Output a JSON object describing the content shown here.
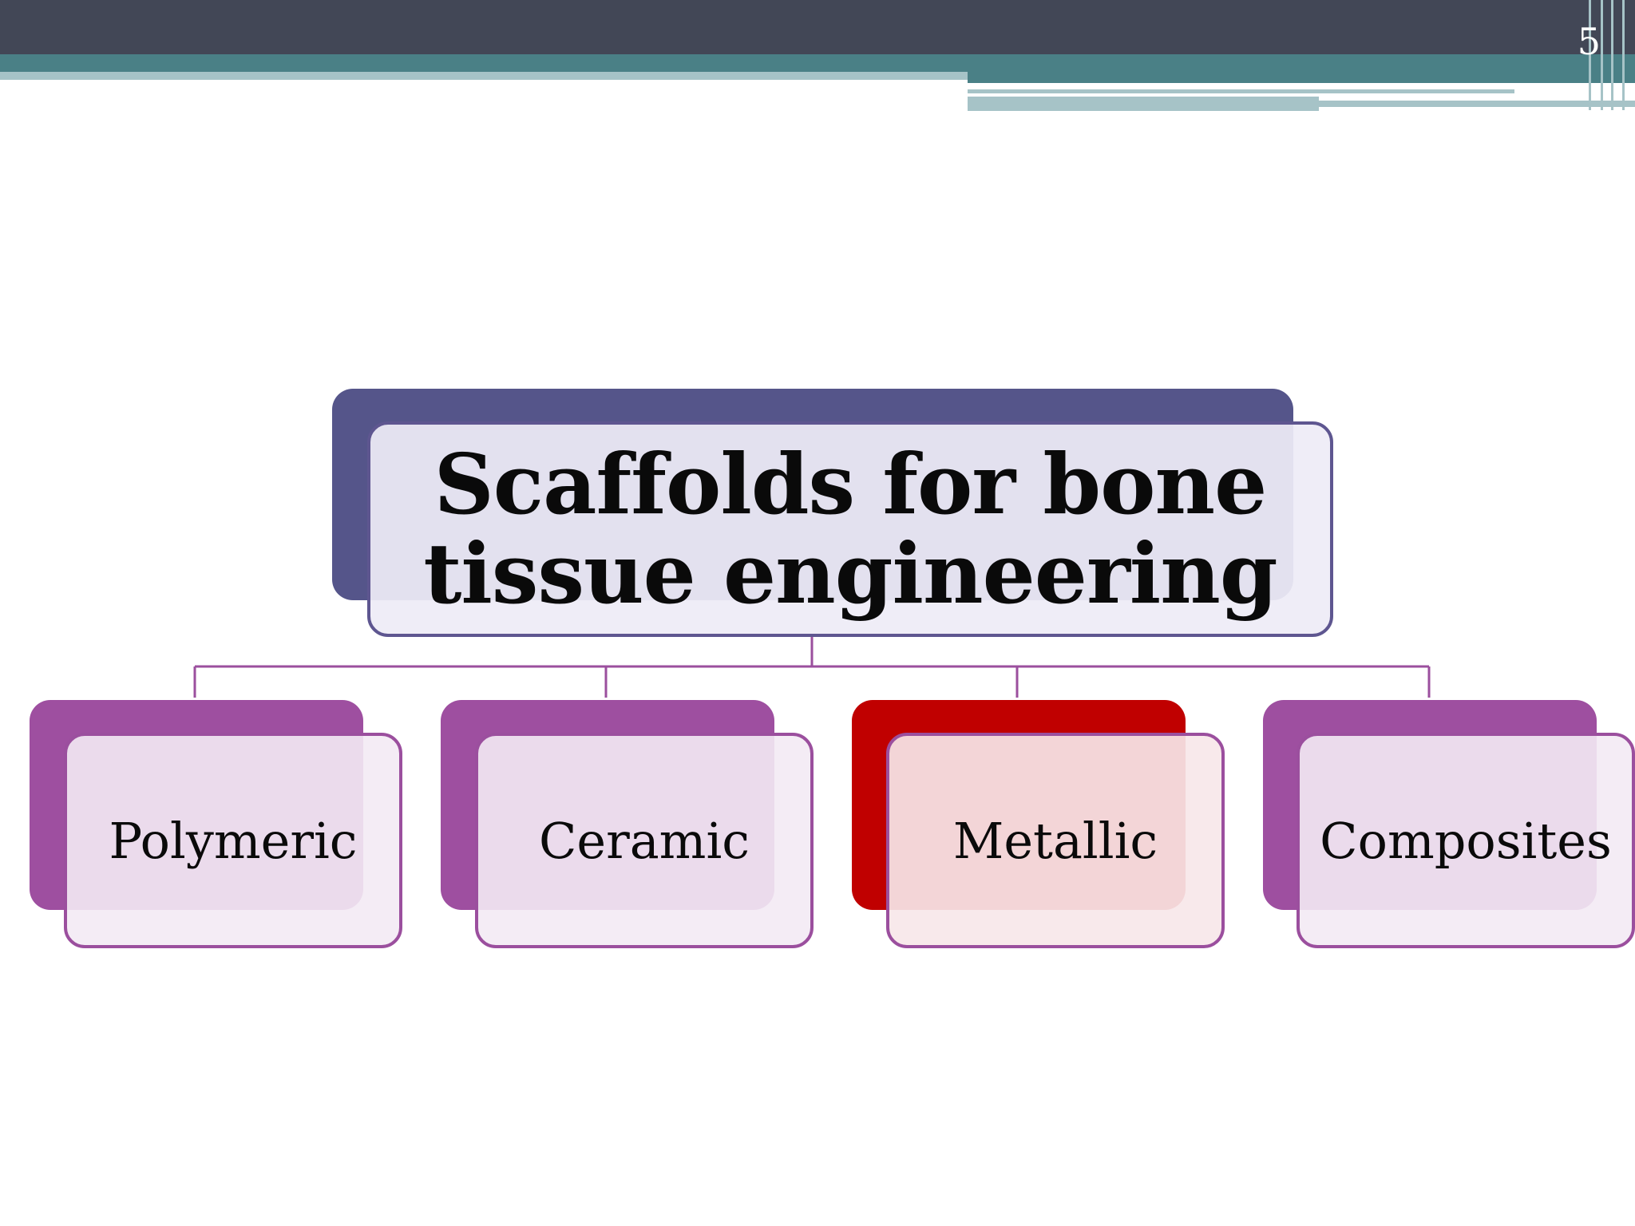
{
  "slide": {
    "page_number": "5"
  },
  "diagram": {
    "root": {
      "label": "Scaffolds for bone\ntissue engineering",
      "accent_color": "#55558a"
    },
    "children": [
      {
        "label": "Polymeric",
        "accent_color": "#9e4fa0",
        "fill_color": "#f1e6f2"
      },
      {
        "label": "Ceramic",
        "accent_color": "#9e4fa0",
        "fill_color": "#f1e6f2"
      },
      {
        "label": "Metallic",
        "accent_color": "#c00000",
        "fill_color": "#f6e2e4"
      },
      {
        "label": "Composites",
        "accent_color": "#9e4fa0",
        "fill_color": "#f1e6f2"
      }
    ],
    "connector_color": "#9b4f9e"
  },
  "colors": {
    "header_dark": "#424756",
    "header_teal": "#4a8086",
    "header_light": "#a6c3c7"
  }
}
